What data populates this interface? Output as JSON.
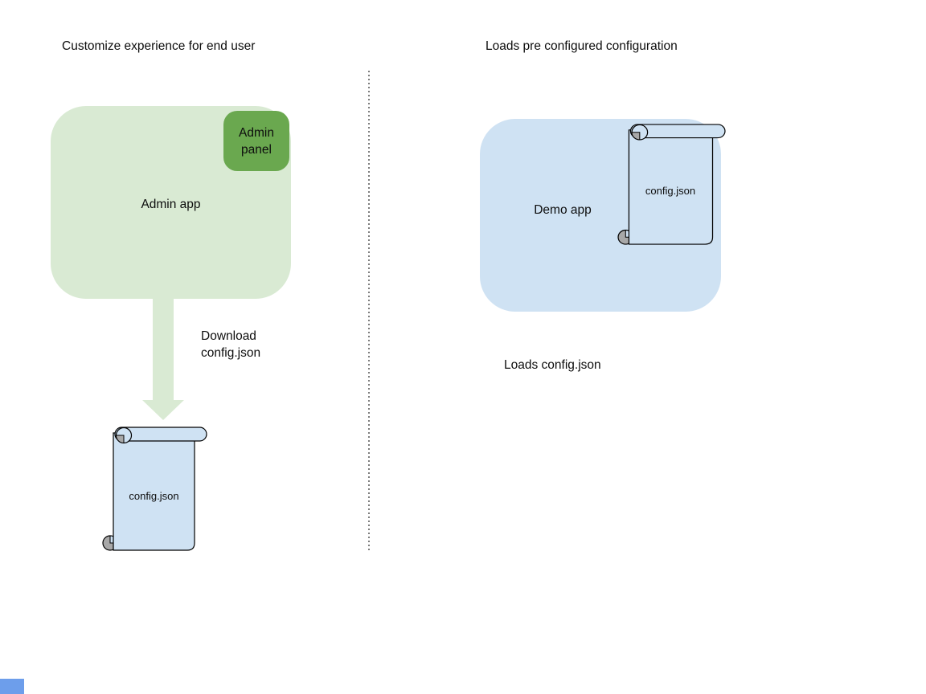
{
  "left_section": {
    "title": "Customize experience for end user",
    "app_label": "Admin app",
    "panel_label": "Admin panel",
    "arrow_label": "Download\nconfig.json",
    "file_label": "config.json"
  },
  "right_section": {
    "title": "Loads pre configured configuration",
    "app_label": "Demo app",
    "file_label": "config.json",
    "caption": "Loads config.json"
  },
  "colors": {
    "light_green": "#d9ead3",
    "green": "#6aa84f",
    "light_blue": "#cfe2f3",
    "outline": "#000000",
    "curl_gray": "#a8a8a8",
    "divider_gray": "#7c7c7c",
    "corner_blue": "#6d9eeb",
    "text": "#0d0d0d"
  }
}
